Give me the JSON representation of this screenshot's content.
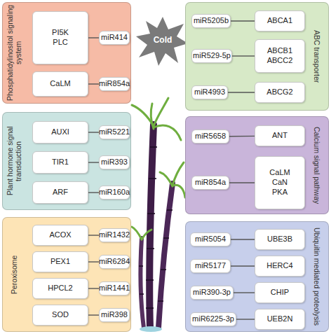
{
  "diagram": {
    "nodes": [
      {
        "text": [
          "Phosphatidylinositol signaling system"
        ]
      },
      {
        "text": [
          "PI5K",
          "PLC"
        ],
        "in": 0
      },
      {
        "text": [
          "miR414"
        ],
        "in": 0
      },
      {
        "text": [
          "CaLM"
        ],
        "in": 0
      },
      {
        "text": [
          "miR854a"
        ],
        "in": 0
      },
      {
        "text": [
          "ABC transporter"
        ]
      },
      {
        "text": [
          "miR5205b"
        ],
        "in": 5
      },
      {
        "text": [
          "ABCA1"
        ],
        "in": 5
      },
      {
        "text": [
          "miR529-5p"
        ],
        "in": 5
      },
      {
        "text": [
          "ABCB1",
          "ABCC2"
        ],
        "in": 5
      },
      {
        "text": [
          "miR4993"
        ],
        "in": 5
      },
      {
        "text": [
          "ABCG2"
        ],
        "in": 5
      },
      {
        "text": [
          "Plant hormone signal transduction"
        ]
      },
      {
        "text": [
          "AUXI"
        ],
        "in": 12
      },
      {
        "text": [
          "miR5221"
        ],
        "in": 12
      },
      {
        "text": [
          "TIR1"
        ],
        "in": 12
      },
      {
        "text": [
          "miR393"
        ],
        "in": 12
      },
      {
        "text": [
          "ARF"
        ],
        "in": 12
      },
      {
        "text": [
          "miR160a"
        ],
        "in": 12
      },
      {
        "text": [
          "Calcium signal pathway"
        ]
      },
      {
        "text": [
          "miR5658"
        ],
        "in": 19
      },
      {
        "text": [
          "ANT"
        ],
        "in": 19
      },
      {
        "text": [
          "miR854a"
        ],
        "in": 19
      },
      {
        "text": [
          "CaLM",
          "CaN",
          "PKA"
        ],
        "in": 19
      },
      {
        "text": [
          "Peroxisome"
        ]
      },
      {
        "text": [
          "ACOX"
        ],
        "in": 24
      },
      {
        "text": [
          "miR1432"
        ],
        "in": 24
      },
      {
        "text": [
          "PEX1"
        ],
        "in": 24
      },
      {
        "text": [
          "miR6284"
        ],
        "in": 24
      },
      {
        "text": [
          "HPCL2"
        ],
        "in": 24
      },
      {
        "text": [
          "miR1441"
        ],
        "in": 24
      },
      {
        "text": [
          "SOD"
        ],
        "in": 24
      },
      {
        "text": [
          "miR398"
        ],
        "in": 24
      },
      {
        "text": [
          "Ubiquitin mediated proteolysis"
        ]
      },
      {
        "text": [
          "miR5054"
        ],
        "in": 33
      },
      {
        "text": [
          "UBE3B"
        ],
        "in": 33
      },
      {
        "text": [
          "miR5177"
        ],
        "in": 33
      },
      {
        "text": [
          "HERC4"
        ],
        "in": 33
      },
      {
        "text": [
          "miR390-3p"
        ],
        "in": 33
      },
      {
        "text": [
          "CHIP"
        ],
        "in": 33
      },
      {
        "text": [
          "miR6225-3p"
        ],
        "in": 33
      },
      {
        "text": [
          "UEB2N"
        ],
        "in": 33
      }
    ],
    "edges": [
      {
        "from": 1,
        "to": 2,
        "arrow": "none"
      },
      {
        "from": 3,
        "to": 4,
        "arrow": "none"
      },
      {
        "from": 6,
        "to": 7,
        "arrow": "none"
      },
      {
        "from": 8,
        "to": 9,
        "arrow": "none"
      },
      {
        "from": 10,
        "to": 11,
        "arrow": "none"
      },
      {
        "from": 13,
        "to": 14,
        "arrow": "none"
      },
      {
        "from": 15,
        "to": 16,
        "arrow": "none"
      },
      {
        "from": 17,
        "to": 18,
        "arrow": "none"
      },
      {
        "from": 20,
        "to": 21,
        "arrow": "none"
      },
      {
        "from": 22,
        "to": 23,
        "arrow": "none"
      },
      {
        "from": 25,
        "to": 26,
        "arrow": "none"
      },
      {
        "from": 27,
        "to": 28,
        "arrow": "none"
      },
      {
        "from": 29,
        "to": 30,
        "arrow": "none"
      },
      {
        "from": 31,
        "to": 32,
        "arrow": "none"
      },
      {
        "from": 34,
        "to": 35,
        "arrow": "none"
      },
      {
        "from": 36,
        "to": 37,
        "arrow": "none"
      },
      {
        "from": 38,
        "to": 39,
        "arrow": "none"
      },
      {
        "from": 40,
        "to": 41,
        "arrow": "none"
      }
    ],
    "labels": [
      "Cold"
    ]
  }
}
